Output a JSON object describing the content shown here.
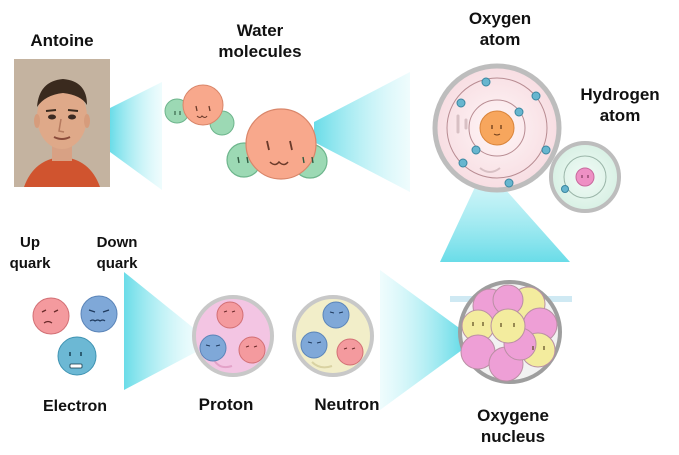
{
  "labels": {
    "antoine": "Antoine",
    "water": [
      "Water",
      "molecules"
    ],
    "oxygen_atom": [
      "Oxygen",
      "atom"
    ],
    "hydrogen_atom": [
      "Hydrogen",
      "atom"
    ],
    "up_quark": [
      "Up",
      "quark"
    ],
    "down_quark": [
      "Down",
      "quark"
    ],
    "electron": "Electron",
    "proton": "Proton",
    "neutron": "Neutron",
    "oxygen_nucleus": [
      "Oxygene",
      "nucleus"
    ]
  },
  "colors": {
    "zoom_beam": "#7fe3ec",
    "oxygen": "#f8a88c",
    "hydrogen": "#9cd9b4",
    "up_quark": "#f49a9e",
    "down_quark": "#7fa8d8",
    "electron": "#6cb8d4",
    "proton_ball": "#f3c5e3",
    "neutron_ball": "#f2eec9",
    "nucleus_proton": "#ee9fd6",
    "nucleus_neutron": "#f3ec9e"
  }
}
